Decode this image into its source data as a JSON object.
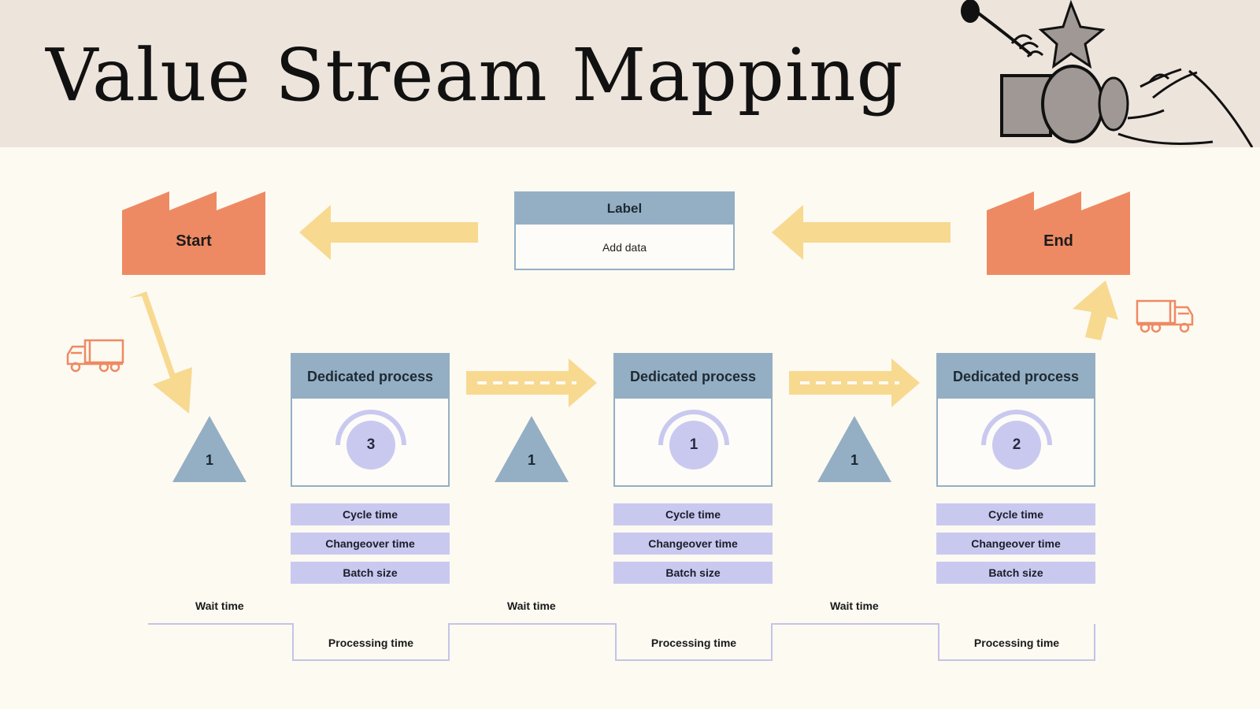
{
  "title": "Value Stream Mapping",
  "colors": {
    "factory": "#ee8a63",
    "arrow": "#f7d990",
    "process_header": "#94afc4",
    "metric_bg": "#c9c9f0",
    "gauge": "#c9c9f0",
    "triangle": "#94afc4",
    "truck": "#ee8a63",
    "timeline": "#c4c4e6"
  },
  "start_factory": {
    "label": "Start"
  },
  "end_factory": {
    "label": "End"
  },
  "info_box": {
    "title": "Label",
    "body": "Add data"
  },
  "inventory": [
    {
      "value": "1"
    },
    {
      "value": "1"
    },
    {
      "value": "1"
    }
  ],
  "processes": [
    {
      "title": "Dedicated process",
      "operators": "3",
      "metrics": [
        "Cycle time",
        "Changeover time",
        "Batch size"
      ]
    },
    {
      "title": "Dedicated process",
      "operators": "1",
      "metrics": [
        "Cycle time",
        "Changeover time",
        "Batch size"
      ]
    },
    {
      "title": "Dedicated process",
      "operators": "2",
      "metrics": [
        "Cycle time",
        "Changeover time",
        "Batch size"
      ]
    }
  ],
  "timeline": {
    "wait_labels": [
      "Wait time",
      "Wait time",
      "Wait time"
    ],
    "processing_labels": [
      "Processing time",
      "Processing time",
      "Processing time"
    ]
  },
  "icons": {
    "truck": "truck-icon",
    "factory": "factory-icon",
    "push_arrow": "push-arrow-icon",
    "operator_gauge": "operator-gauge-icon",
    "inventory_triangle": "inventory-triangle-icon"
  }
}
